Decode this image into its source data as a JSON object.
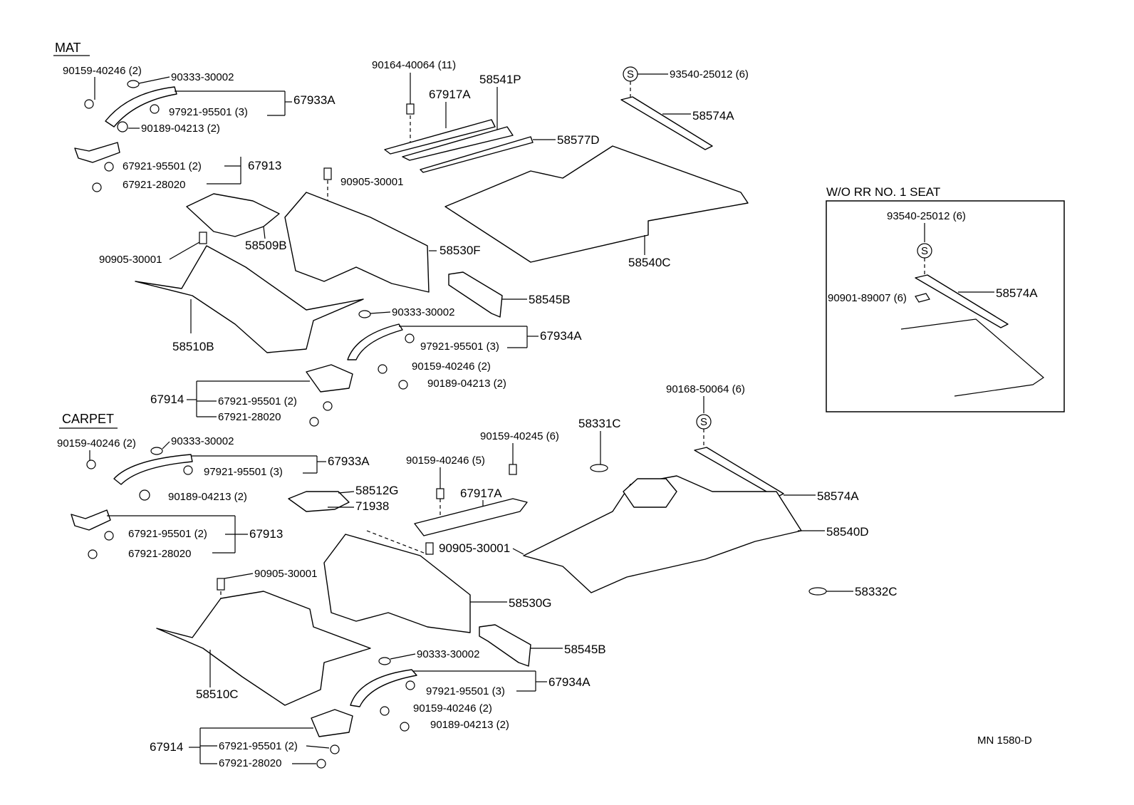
{
  "sections": {
    "mat": "MAT",
    "carpet": "CARPET",
    "inset": "W/O RR  NO. 1  SEAT"
  },
  "labels": {
    "l01": "90159-40246 (2)",
    "l02": "90333-30002",
    "l03": "67933A",
    "l04": "97921-95501  (3)",
    "l05": "90189-04213 (2)",
    "l06": "67921-95501  (2)",
    "l07": "67913",
    "l08": "67921-28020",
    "l09": "90164-40064 (11)",
    "l10": "58541P",
    "l11": "67917A",
    "l12": "58577D",
    "l13": "93540-25012 (6)",
    "l14": "58574A",
    "l15": "90905-30001",
    "l16": "58509B",
    "l17": "58530F",
    "l18": "90905-30001",
    "l19": "58540C",
    "l20": "58545B",
    "l21": "58510B",
    "l22": "90333-30002",
    "l23": "67934A",
    "l24": "97921-95501  (3)",
    "l25": "90159-40246 (2)",
    "l26": "90189-04213 (2)",
    "l27": "67914",
    "l28": "67921-95501 (2)",
    "l29": "67921-28020",
    "l30": "93540-25012 (6)",
    "l31": "58574A",
    "l32": "90901-89007 (6)",
    "l33": "90168-50064 (6)",
    "l34": "58331C",
    "l35": "90159-40245 (6)",
    "l36": "90159-40246 (5)",
    "l37": "67917A",
    "l38": "58574A",
    "l39": "90159-40246 (2)",
    "l40": "90333-30002",
    "l41": "67933A",
    "l42": "97921-95501  (3)",
    "l43": "90189-04213 (2)",
    "l44": "58512G",
    "l45": "71938",
    "l46": "67921-95501  (2)",
    "l47": "67913",
    "l48": "67921-28020",
    "l49": "90905-30001",
    "l50": "58540D",
    "l51": "90905-30001",
    "l52": "58530G",
    "l53": "58332C",
    "l54": "58545B",
    "l55": "90333-30002",
    "l56": "67934A",
    "l57": "97921-95501  (3)",
    "l58": "58510C",
    "l59": "90159-40246 (2)",
    "l60": "90189-04213 (2)",
    "l61": "67914",
    "l62": "67921-95501 (2)",
    "l63": "67921-28020",
    "l64": "MN  1580-D",
    "sym": "S"
  }
}
